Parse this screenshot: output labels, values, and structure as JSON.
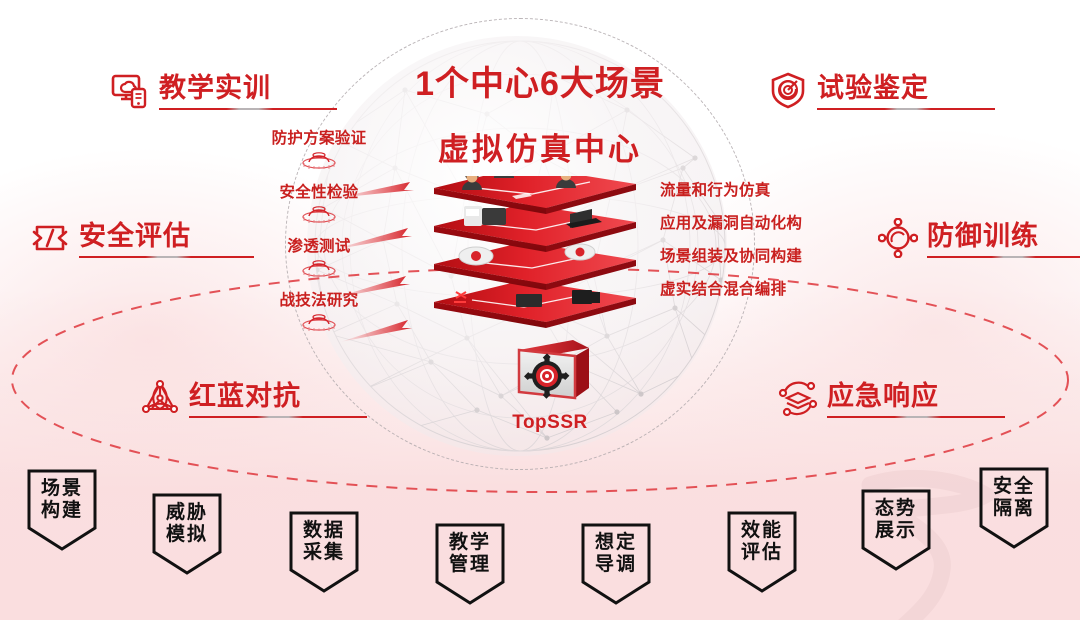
{
  "title": {
    "main": "1个中心6大场景",
    "sub": "虚拟仿真中心"
  },
  "center_product": {
    "label": "TopSSR",
    "icon": "cube-gear-icon"
  },
  "colors": {
    "brand_red": "#cf1f22",
    "deep_red": "#c9201f",
    "layer_red": "#d81f26",
    "badge_outline": "#111111",
    "globe_line": "#b0a9ac",
    "bg_pink": "#fadedf"
  },
  "inner_left_items": [
    {
      "label": "防护方案验证",
      "icon": "beacon-pedestal-icon"
    },
    {
      "label": "安全性检验",
      "icon": "beacon-pedestal-icon"
    },
    {
      "label": "渗透测试",
      "icon": "beacon-pedestal-icon"
    },
    {
      "label": "战技法研究",
      "icon": "beacon-pedestal-icon"
    }
  ],
  "inner_right_items": [
    {
      "label": "流量和行为仿真"
    },
    {
      "label": "应用及漏洞自动化构"
    },
    {
      "label": "场景组装及协同构建"
    },
    {
      "label": "虚实结合混合编排"
    }
  ],
  "sections": [
    {
      "label": "教学实训",
      "icon": "monitor-cloud-icon",
      "position": "top-left"
    },
    {
      "label": "安全评估",
      "icon": "code-bracket-icon",
      "position": "mid-left"
    },
    {
      "label": "红蓝对抗",
      "icon": "triangle-network-icon",
      "position": "bottom-left"
    },
    {
      "label": "试验鉴定",
      "icon": "shield-target-icon",
      "position": "top-right"
    },
    {
      "label": "防御训练",
      "icon": "circular-nodes-icon",
      "position": "mid-right"
    },
    {
      "label": "应急响应",
      "icon": "layers-nodes-icon",
      "position": "bottom-right"
    }
  ],
  "stack_layers": [
    {
      "name": "users-layer",
      "icon": "people-icon"
    },
    {
      "name": "endpoints-layer",
      "icon": "computer-laptop-icon"
    },
    {
      "name": "cloud-layer",
      "icon": "cloud-icon"
    },
    {
      "name": "network-layer",
      "icon": "switch-server-icon"
    }
  ],
  "badges": [
    {
      "line1": "场景",
      "line2": "构建"
    },
    {
      "line1": "威胁",
      "line2": "模拟"
    },
    {
      "line1": "数据",
      "line2": "采集"
    },
    {
      "line1": "教学",
      "line2": "管理"
    },
    {
      "line1": "想定",
      "line2": "导调"
    },
    {
      "line1": "效能",
      "line2": "评估"
    },
    {
      "line1": "态势",
      "line2": "展示"
    },
    {
      "line1": "安全",
      "line2": "隔离"
    }
  ]
}
